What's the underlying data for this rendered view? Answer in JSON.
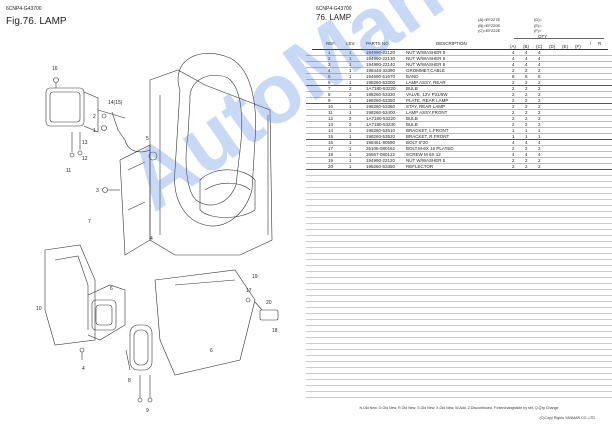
{
  "left": {
    "doc_code": "6CNP4-G43700",
    "fig_title": "Fig.76.  LAMP",
    "callouts": [
      "16",
      "14(15)",
      "2",
      "1",
      "5",
      "13",
      "12",
      "11",
      "3",
      "7",
      "10",
      "6",
      "4",
      "8",
      "9",
      "19",
      "17",
      "20",
      "18",
      "6",
      "4"
    ]
  },
  "right": {
    "doc_code": "6CNP4-G43700",
    "title": "76.  LAMP",
    "models": [
      "(A)=EF227E",
      "(B)=EF220E",
      "(C)=EF222E"
    ],
    "model_marks": [
      "(D)=",
      "(E)=",
      "(F)="
    ],
    "headers": {
      "ref": "REF.",
      "lev": "LEV.",
      "parts": "PARTS NO.",
      "desc": "DESCRIPTION",
      "qty": "QTY",
      "i": "I",
      "r": "R"
    },
    "qty_cols": [
      "(A)",
      "(B)",
      "(C)",
      "(D)",
      "(E)",
      "(F)"
    ],
    "rows": [
      {
        "ref": "1",
        "lev": "1",
        "part": "194990-22120",
        "desc": "NUT W/WASHER  5",
        "a": "4",
        "b": "4",
        "c": "4",
        "group": false
      },
      {
        "ref": "2",
        "lev": "1",
        "part": "194990-22130",
        "desc": "NUT W/WASHER  6",
        "a": "4",
        "b": "4",
        "c": "4",
        "group": false
      },
      {
        "ref": "3",
        "lev": "1",
        "part": "194990-22140",
        "desc": "NUT W/WASHER  8",
        "a": "4",
        "b": "4",
        "c": "4",
        "group": false
      },
      {
        "ref": "4",
        "lev": "1",
        "part": "198448-33390",
        "desc": "GROMMET,CABLE",
        "a": "2",
        "b": "2",
        "c": "2",
        "group": false
      },
      {
        "ref": "5",
        "lev": "1",
        "part": "194690-51670",
        "desc": "BAND",
        "a": "6",
        "b": "6",
        "c": "6",
        "group": false
      },
      {
        "ref": "6",
        "lev": "1",
        "part": "198260-53300",
        "desc": "LAMP ASSY, REAR",
        "a": "2",
        "b": "2",
        "c": "2",
        "group": true
      },
      {
        "ref": "7",
        "lev": "2",
        "part": "1A7180-53220",
        "desc": "BULB",
        "a": "2",
        "b": "2",
        "c": "2",
        "group": false
      },
      {
        "ref": "8",
        "lev": "2",
        "part": "198260-53330",
        "desc": "VALVE, 12V P21/5W",
        "a": "2",
        "b": "2",
        "c": "2",
        "group": false
      },
      {
        "ref": "9",
        "lev": "1",
        "part": "198260-53350",
        "desc": "PLATE, REAR LAMP",
        "a": "2",
        "b": "2",
        "c": "2",
        "group": true
      },
      {
        "ref": "10",
        "lev": "1",
        "part": "198260-53360",
        "desc": "STAY, REAR LAMP",
        "a": "2",
        "b": "2",
        "c": "2",
        "group": false
      },
      {
        "ref": "11",
        "lev": "1",
        "part": "198260-53400",
        "desc": "LAMP ASSY,FRONT",
        "a": "2",
        "b": "2",
        "c": "2",
        "group": false
      },
      {
        "ref": "12",
        "lev": "2",
        "part": "1A7180-53220",
        "desc": "BULB",
        "a": "2",
        "b": "2",
        "c": "2",
        "group": false
      },
      {
        "ref": "13",
        "lev": "2",
        "part": "1A7180-53230",
        "desc": "BULB",
        "a": "2",
        "b": "2",
        "c": "2",
        "group": false
      },
      {
        "ref": "14",
        "lev": "1",
        "part": "198260-53510",
        "desc": "BRACKET, L.FRONT",
        "a": "1",
        "b": "1",
        "c": "1",
        "group": false
      },
      {
        "ref": "15",
        "lev": "1",
        "part": "198260-53520",
        "desc": "BRACKET, R.FRONT",
        "a": "1",
        "b": "1",
        "c": "1",
        "group": true
      },
      {
        "ref": "16",
        "lev": "1",
        "part": "198461-90590",
        "desc": "BOLT  6*20",
        "a": "4",
        "b": "4",
        "c": "4",
        "group": false
      },
      {
        "ref": "17",
        "lev": "1",
        "part": "26106-080162",
        "desc": "BOLT,M-6X 16 PLATED",
        "a": "2",
        "b": "2",
        "c": "2",
        "group": false
      },
      {
        "ref": "18",
        "lev": "1",
        "part": "26557-080122",
        "desc": "SCREW M 6X 12",
        "a": "4",
        "b": "4",
        "c": "4",
        "group": false
      },
      {
        "ref": "19",
        "lev": "1",
        "part": "194990-22120",
        "desc": "NUT W/WASHER  5",
        "a": "2",
        "b": "2",
        "c": "2",
        "group": false
      },
      {
        "ref": "20",
        "lev": "1",
        "part": "198260-53350",
        "desc": "REFLECTOR",
        "a": "2",
        "b": "2",
        "c": "2",
        "group": true
      }
    ],
    "footer": "N.Old  New,  O.Old  New,  R.Old  New,  S.Old  New,  X.Old  New,  W.Add,  Z.Discontinued,  F.Interchangeable by set,  Q.Q'ty Change",
    "copyright": "(C)Copy Rights YANMAR CO.,LTD."
  },
  "watermark": "AutoManual"
}
